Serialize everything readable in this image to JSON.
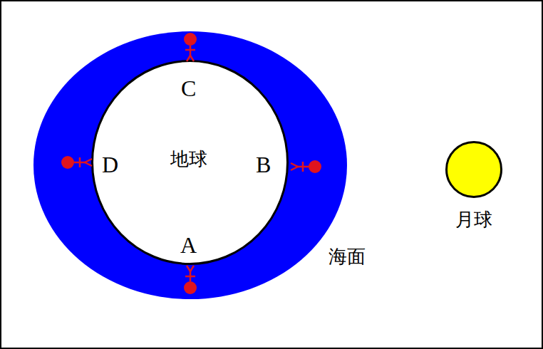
{
  "diagram": {
    "nodes": [
      {
        "text": [
          "海面"
        ]
      },
      {
        "text": [
          "地球"
        ],
        "in": 0
      },
      {
        "text": [
          "月球"
        ]
      }
    ],
    "labels": [
      "C",
      "D",
      "B",
      "A"
    ]
  }
}
